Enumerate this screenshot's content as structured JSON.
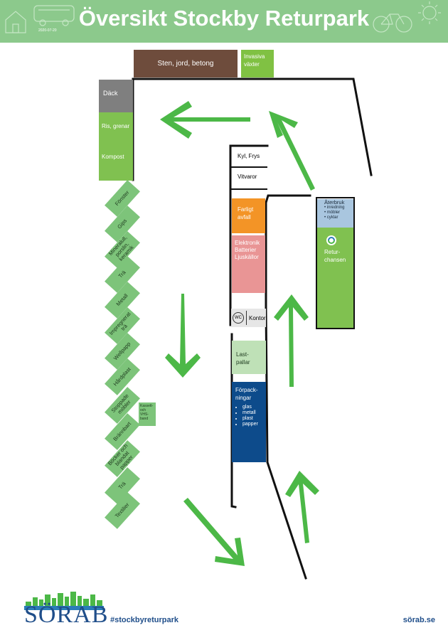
{
  "header": {
    "title": "Översikt Stockby Returpark",
    "date": "2020-07-20"
  },
  "areas": {
    "sten": "Sten, jord, betong",
    "invasiva": "Invasiva\nväxter",
    "dack": "Däck",
    "ris": "Ris, grenar",
    "kompost": "Kompost",
    "kyl": "Kyl, Frys",
    "vitvaror": "Vitvaror",
    "farligt": "Farligt\navfall",
    "elektronik": "Elektronik\nBatterier\nLjuskällor",
    "wc": "WC",
    "kontor": "Kontor",
    "lastpallar": "Last-\npallar",
    "forpackningar": "Förpack-\nningar",
    "forp_items": [
      "glas",
      "metall",
      "plast",
      "papper"
    ],
    "aterbruk": "Återbruk",
    "aterbruk_items": [
      "inredning",
      "möbler",
      "cyklar"
    ],
    "returchansen": "Retur-\nchansen",
    "kassett": "Kassett-\noch\nVHS-\nband"
  },
  "containers": [
    "Fönster",
    "Gips",
    "Mineralull,\nporslin,\nkeramik",
    "Trä",
    "Metall",
    "Impregnerat\nträ",
    "Wellpapp",
    "Hårdplast",
    "Stoppade\nmöbler",
    "Brännbart",
    "Böcker och\nblandat\npapper",
    "Trä",
    "Textilier"
  ],
  "footer": {
    "brand": "SÖRAB",
    "hashtag": "#stockbyreturpark",
    "url": "sörab.se"
  },
  "colors": {
    "header": "#8cc98c",
    "brown": "#6e4c3c",
    "lime": "#80c143",
    "grey": "#7f7f7f",
    "green": "#80c150",
    "orange": "#f39426",
    "pink": "#e99595",
    "lightgreen": "#bfe1b7",
    "navy": "#0d4b8b",
    "lightblue": "#a9c6df",
    "container": "#7dc47a",
    "arrow": "#4cb847"
  }
}
